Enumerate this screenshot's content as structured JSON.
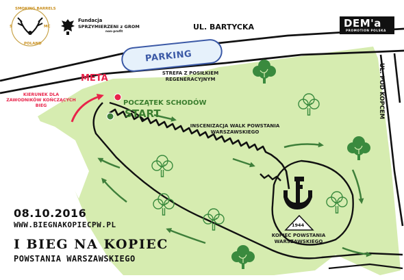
{
  "streets": {
    "bartycka": "UL. BARTYCKA",
    "pod_kopcem": "UL. POD KOPCEM"
  },
  "parking": "PARKING",
  "regen_zone": "STREFA Z POSIŁKIEM REGENERACYJNYM",
  "finish": "META",
  "finish_direction": "KIERUNEK DLA ZAWODNIKÓW KOŃCZĄCYCH BIEG",
  "stairs_start": "POCZĄTEK SCHODÓW",
  "start": "START",
  "reenactment": "INSCENIZACJA WALK POWSTANIA WARSZAWSKIEGO",
  "mound_label": "KOPIEC POWSTANIA WARSZAWSKIEGO",
  "year": "1944",
  "date": "08.10.2016",
  "website": "WWW.BIEGNAKOPIECPW.PL",
  "title": "I BIEG NA KOPIEC",
  "subtitle": "POWSTANIA WARSZAWSKIEGO",
  "logos": {
    "foundation_line1": "Fundacja",
    "foundation_line2": "SPRZYMIERZENI z GROM",
    "foundation_line3": "non-profit",
    "dema": "DEM'a",
    "dema_sub": "PROMOTION POLSKA",
    "riders_top": "SMOKING BARRELS",
    "riders_bottom": "POLAND",
    "riders_left": "S",
    "riders_right": "MC"
  },
  "colors": {
    "park": "#d6ecb0",
    "road": "#111111",
    "route": "#e8244a",
    "arrow": "#3e7f3a",
    "tree": "#3a8a3e",
    "tree_light": "#ffffff",
    "parking_fill": "#e6f1fb",
    "parking_stroke": "#3b59a6"
  }
}
